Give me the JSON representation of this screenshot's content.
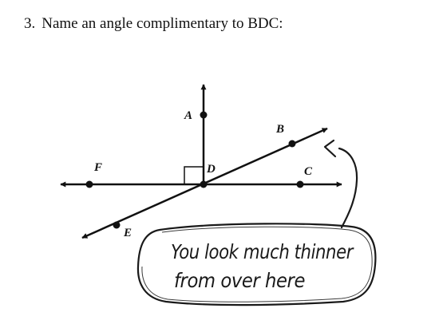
{
  "question": {
    "number": "3.",
    "text": "Name an angle complimentary to BDC:"
  },
  "diagram": {
    "points": {
      "A": "A",
      "B": "B",
      "C": "C",
      "D": "D",
      "E": "E",
      "F": "F"
    }
  },
  "note": {
    "line1": "You look much thinner",
    "line2": "from over here"
  },
  "colors": {
    "ink": "#111111",
    "background": "#ffffff"
  }
}
